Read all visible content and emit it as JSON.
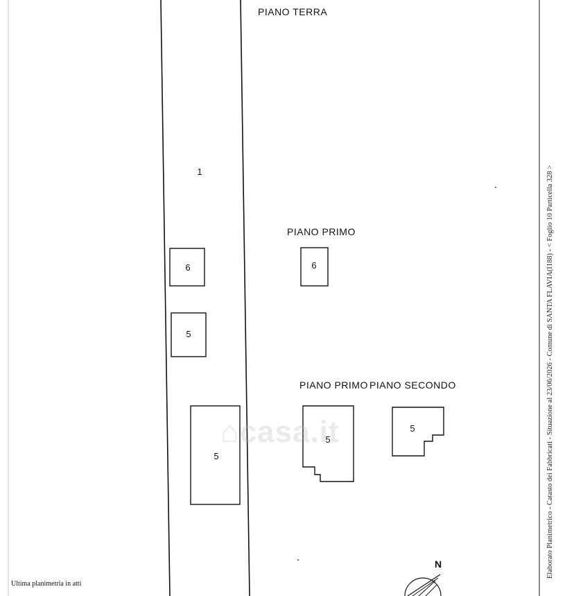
{
  "levels": {
    "ground": "PIANO TERRA",
    "first": "PIANO PRIMO",
    "first_b": "PIANO PRIMO",
    "second": "PIANO SECONDO"
  },
  "units": {
    "u1": "1",
    "u6_ground": "6",
    "u5_ground_small": "5",
    "u5_ground_large": "5",
    "u6_first": "6",
    "u5_first": "5",
    "u5_second": "5"
  },
  "north_label": "N",
  "side_caption": "Elaborato Planimetrico - Catasto dei Fabbricati - Situazione al 23/06/2026 - Comune di SANTA FLAVIA(I188) - < Foglio 10 Particella 328 >",
  "footer": "Ultima planimetria in atti",
  "watermark_text": "casa.it",
  "watermark_icon": "house-icon",
  "colors": {
    "ink": "#111111",
    "paper": "#ffffff",
    "watermark": "#b4b4b4"
  }
}
